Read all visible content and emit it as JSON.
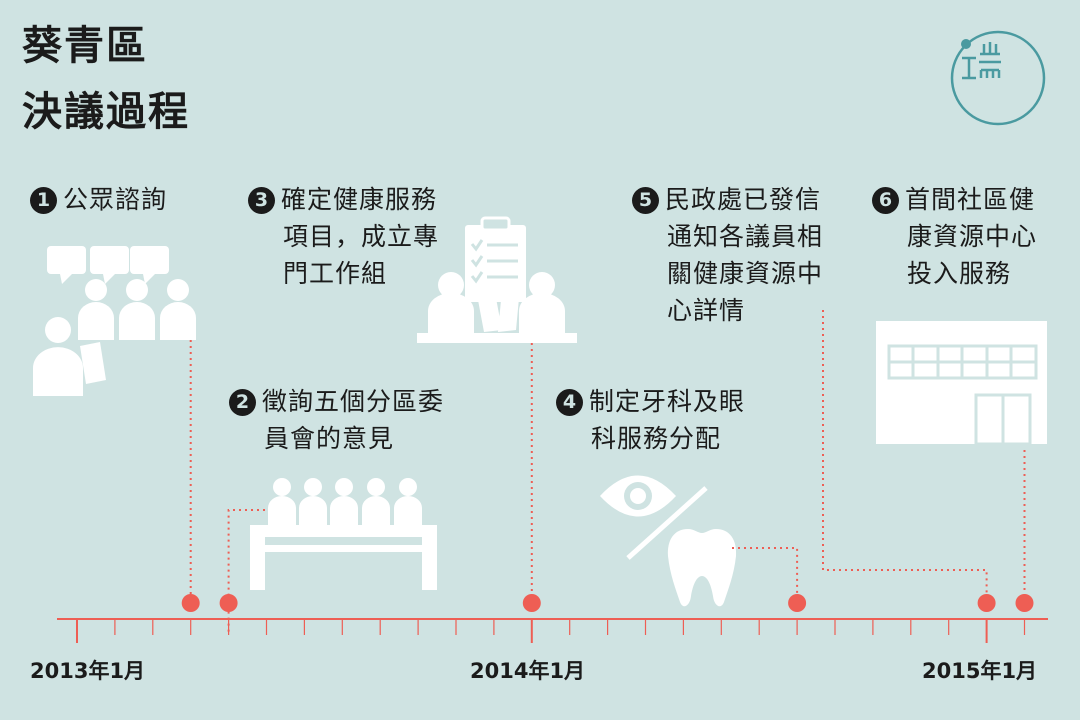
{
  "header": {
    "title_line1": "葵青區",
    "title_line2": "決議過程"
  },
  "logo": {
    "icon": "端-logo-icon",
    "color": "#4a9aa0"
  },
  "colors": {
    "background": "#cfe3e2",
    "accent": "#ee5e54",
    "ink": "#1b1b1b",
    "icon_fill": "#ffffff"
  },
  "steps": [
    {
      "num": "1",
      "lines": [
        "公眾諮詢"
      ],
      "icon": "public-consultation-icon"
    },
    {
      "num": "2",
      "lines": [
        "徵詢五個分區委",
        "員會的意見"
      ],
      "icon": "committee-meeting-icon"
    },
    {
      "num": "3",
      "lines": [
        "確定健康服務",
        "項目，成立專",
        "門工作組"
      ],
      "icon": "working-group-icon"
    },
    {
      "num": "4",
      "lines": [
        "制定牙科及眼",
        "科服務分配"
      ],
      "icon": "eye-and-tooth-icon"
    },
    {
      "num": "5",
      "lines": [
        "民政處已發信",
        "通知各議員相",
        "關健康資源中",
        "心詳情"
      ],
      "icon": ""
    },
    {
      "num": "6",
      "lines": [
        "首間社區健",
        "康資源中心",
        "投入服務"
      ],
      "icon": "health-centre-building-icon"
    }
  ],
  "timeline": {
    "start": "2013-01",
    "end": "2015-02",
    "event_dates": [
      "2013-04",
      "2013-05",
      "2014-01",
      "2014-08",
      "2015-01",
      "2015-02"
    ],
    "labels": [
      "2013年1月",
      "2014年1月",
      "2015年1月"
    ],
    "label_dates": [
      "2013-01",
      "2014-01",
      "2015-01"
    ]
  }
}
